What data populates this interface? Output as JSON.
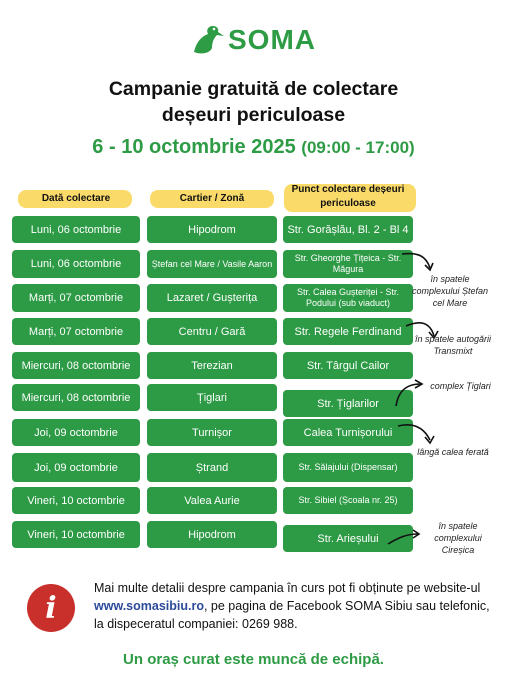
{
  "brand": {
    "logo_text": "SOMA",
    "green": "#2e9b45",
    "cell_green": "#2d9a45",
    "red": "#c9302c",
    "highlight": "#f9d75a"
  },
  "title": {
    "line1": "Campanie gratuită de colectare",
    "line2": "deșeuri periculoase"
  },
  "dates": {
    "range": "6 - 10 octombrie 2025",
    "hours": "(09:00 - 17:00)"
  },
  "headers": {
    "date": "Dată colectare",
    "zone": "Cartier / Zonă",
    "point": "Punct colectare deșeuri periculoase"
  },
  "rows": [
    {
      "date": "Luni, 06 octombrie",
      "zone": "Hipodrom",
      "point": "Str. Gorășlău, Bl. 2 - Bl 4"
    },
    {
      "date": "Luni, 06 octombrie",
      "zone": "Ștefan cel Mare / Vasile Aaron",
      "point": "Str. Gheorghe Țițeica - Str. Măgura"
    },
    {
      "date": "Marți, 07 octombrie",
      "zone": "Lazaret / Gușterița",
      "point": "Str. Calea Gușteriței - Str. Podului (sub viaduct)"
    },
    {
      "date": "Marți, 07 octombrie",
      "zone": "Centru / Gară",
      "point": "Str. Regele Ferdinand"
    },
    {
      "date": "Miercuri, 08 octombrie",
      "zone": "Terezian",
      "point": "Str. Târgul Cailor"
    },
    {
      "date": "Miercuri, 08 octombrie",
      "zone": "Țiglari",
      "point": "Str. Țiglarilor"
    },
    {
      "date": "Joi, 09 octombrie",
      "zone": "Turnișor",
      "point": "Calea Turnișorului"
    },
    {
      "date": "Joi, 09 octombrie",
      "zone": "Ștrand",
      "point": "Str. Sălajului (Dispensar)"
    },
    {
      "date": "Vineri, 10 octombrie",
      "zone": "Valea Aurie",
      "point": "Str. Sibiel (Școala nr. 25)"
    },
    {
      "date": "Vineri, 10 octombrie",
      "zone": "Hipodrom",
      "point": "Str. Arieșului"
    }
  ],
  "notes": [
    "în spatele complexului Ștefan cel Mare",
    "în spatele autogării Transmixt",
    "complex Țiglari",
    "lângă calea ferată",
    "în spatele complexului Cireșica"
  ],
  "info": {
    "icon": "info-icon",
    "text_before": "Mai multe detalii despre campania în curs pot fi obținute pe website-ul ",
    "link": "www.somasibiu.ro",
    "text_after": ", pe pagina de Facebook SOMA Sibiu sau telefonic, la dispeceratul companiei: 0269 988."
  },
  "slogan": "Un oraș curat este muncă de echipă."
}
